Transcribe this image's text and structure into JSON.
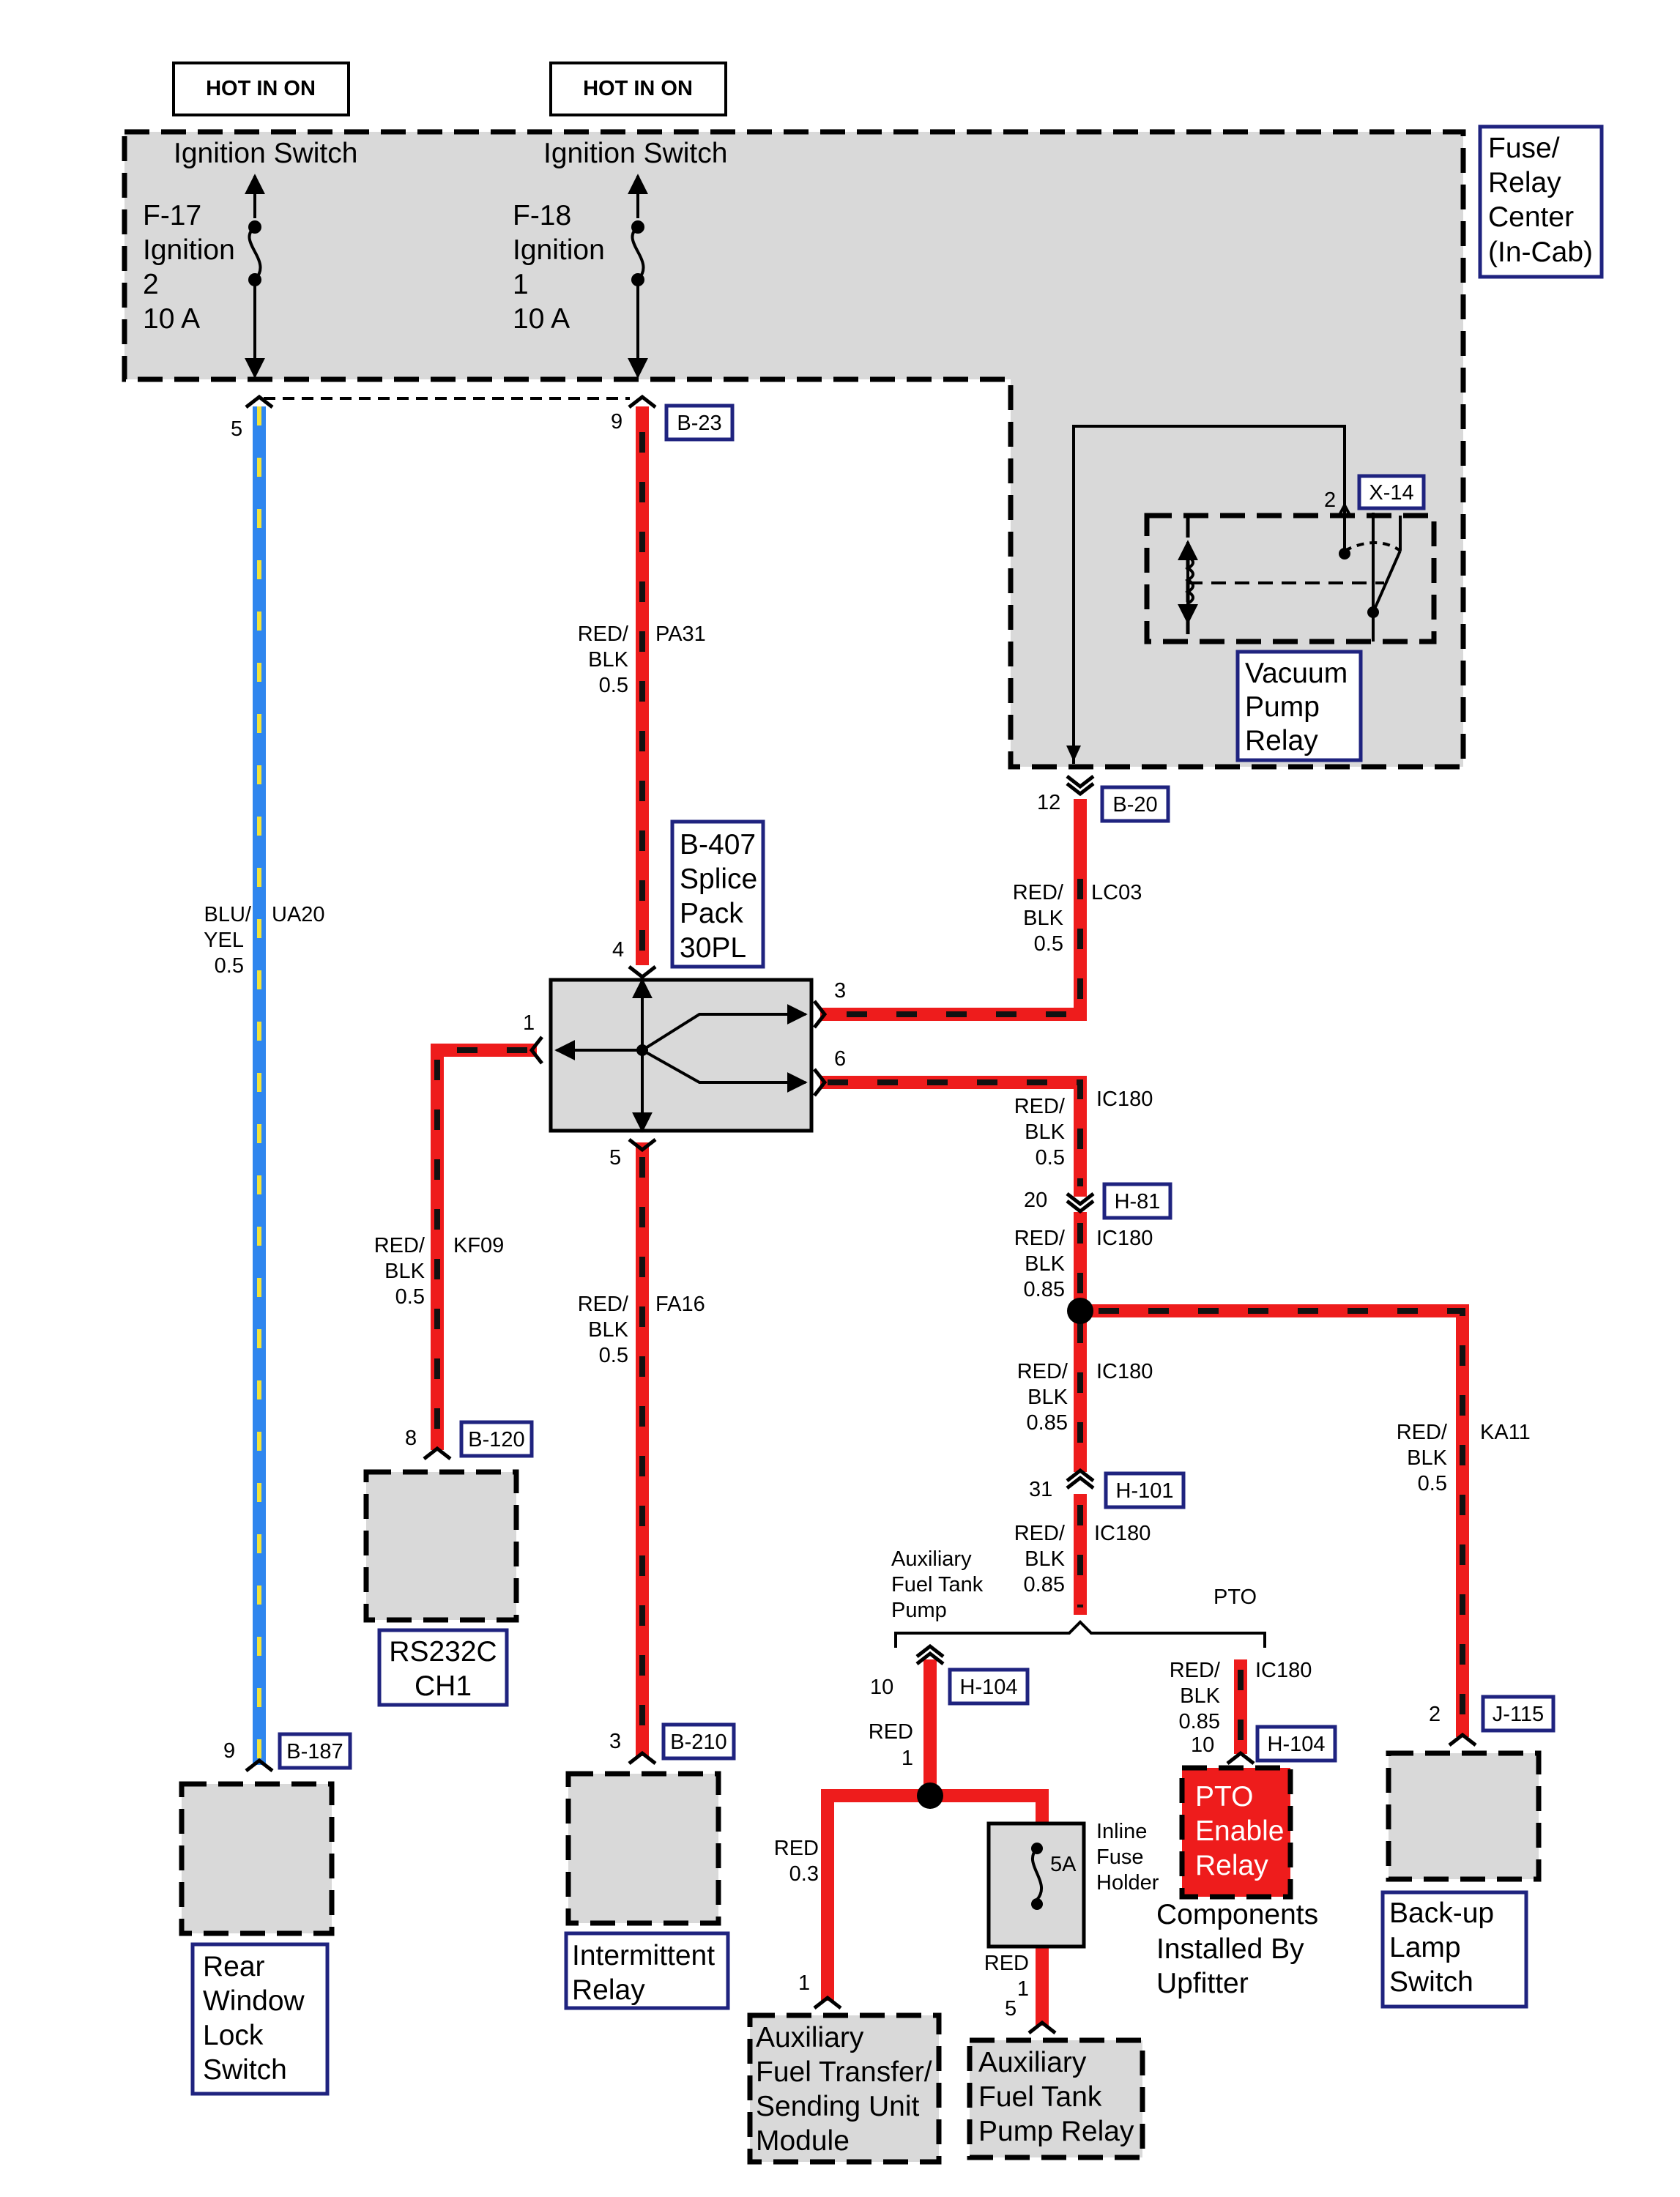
{
  "hot_labels": [
    "HOT IN ON",
    "HOT IN ON"
  ],
  "fuse_relay_center": {
    "title_lines": [
      "Fuse/",
      "Relay",
      "Center",
      "(In-Cab)"
    ],
    "fuses": [
      {
        "source": "Ignition Switch",
        "lines": [
          "F-17",
          "Ignition",
          "2",
          "10 A"
        ]
      },
      {
        "source": "Ignition Switch",
        "lines": [
          "F-18",
          "Ignition",
          "1",
          "10 A"
        ]
      }
    ]
  },
  "vacuum_pump_relay": {
    "label_lines": [
      "Vacuum",
      "Pump",
      "Relay"
    ],
    "connector": "X-14",
    "pin": "2"
  },
  "splice_pack": {
    "label_lines": [
      "B-407",
      "Splice",
      "Pack",
      "30PL"
    ],
    "pins": [
      "4",
      "3",
      "6",
      "1",
      "5"
    ]
  },
  "connectors": {
    "b23": {
      "id": "B-23",
      "pin": "9"
    },
    "b20": {
      "id": "B-20",
      "pin": "12"
    },
    "h81": {
      "id": "H-81",
      "pin": "20"
    },
    "h101": {
      "id": "H-101",
      "pin": "31"
    },
    "h104a": {
      "id": "H-104",
      "pin": "10"
    },
    "h104b": {
      "id": "H-104",
      "pin": "10"
    },
    "b120": {
      "id": "B-120",
      "pin": "8"
    },
    "b210": {
      "id": "B-210",
      "pin": "3"
    },
    "b187": {
      "id": "B-187",
      "pin": "9"
    },
    "j115": {
      "id": "J-115",
      "pin": "2"
    },
    "fuse_left_pin": "5",
    "aux_module_pin": "1",
    "aux_relay_pin": "5"
  },
  "wires": {
    "ua20": {
      "circuit": "UA20",
      "color_lines": [
        "BLU/",
        "YEL",
        "0.5"
      ]
    },
    "pa31": {
      "circuit": "PA31",
      "color_lines": [
        "RED/",
        "BLK",
        "0.5"
      ]
    },
    "lc03": {
      "circuit": "LC03",
      "color_lines": [
        "RED/",
        "BLK",
        "0.5"
      ]
    },
    "ic180_a": {
      "circuit": "IC180",
      "color_lines": [
        "RED/",
        "BLK",
        "0.5"
      ]
    },
    "ic180_b": {
      "circuit": "IC180",
      "color_lines": [
        "RED/",
        "BLK",
        "0.85"
      ]
    },
    "ic180_c": {
      "circuit": "IC180",
      "color_lines": [
        "RED/",
        "BLK",
        "0.85"
      ]
    },
    "ic180_d": {
      "circuit": "IC180",
      "color_lines": [
        "RED/",
        "BLK",
        "0.85"
      ]
    },
    "ic180_pto": {
      "circuit": "IC180",
      "color_lines": [
        "RED/",
        "BLK",
        "0.85"
      ]
    },
    "kf09": {
      "circuit": "KF09",
      "color_lines": [
        "RED/",
        "BLK",
        "0.5"
      ]
    },
    "fa16": {
      "circuit": "FA16",
      "color_lines": [
        "RED/",
        "BLK",
        "0.5"
      ]
    },
    "ka11": {
      "circuit": "KA11",
      "color_lines": [
        "RED/",
        "BLK",
        "0.5"
      ]
    },
    "red_1_top": {
      "color_lines": [
        "RED",
        "1"
      ]
    },
    "red_03": {
      "color_lines": [
        "RED",
        "0.3"
      ]
    },
    "red_1_bottom": {
      "color_lines": [
        "RED",
        "1"
      ]
    }
  },
  "branch_labels": {
    "aux_pump_lines": [
      "Auxiliary",
      "Fuel Tank",
      "Pump"
    ],
    "pto": "PTO"
  },
  "inline_fuse": {
    "rating": "5A",
    "label_lines": [
      "Inline",
      "Fuse",
      "Holder"
    ]
  },
  "components": {
    "rs232c": [
      "RS232C",
      "CH1"
    ],
    "intermittent_relay": [
      "Intermittent",
      "Relay"
    ],
    "rear_window": [
      "Rear",
      "Window",
      "Lock",
      "Switch"
    ],
    "pto_relay": [
      "PTO",
      "Enable",
      "Relay"
    ],
    "upfitter_note": [
      "Components",
      "Installed By",
      "Upfitter"
    ],
    "backup_lamp": [
      "Back-up",
      "Lamp",
      "Switch"
    ],
    "aux_module": [
      "Auxiliary",
      "Fuel Transfer/",
      "Sending Unit",
      "Module"
    ],
    "aux_relay": [
      "Auxiliary",
      "Fuel Tank",
      "Pump Relay"
    ]
  },
  "colors": {
    "wire_red": "#ee1c1c",
    "wire_blue": "#2f86ee",
    "stripe_black": "#111111",
    "stripe_yellow": "#f2e33a",
    "box_fill": "#d9d9d9",
    "label_border": "#1f237f",
    "pto_fill": "#ee1c1c"
  }
}
